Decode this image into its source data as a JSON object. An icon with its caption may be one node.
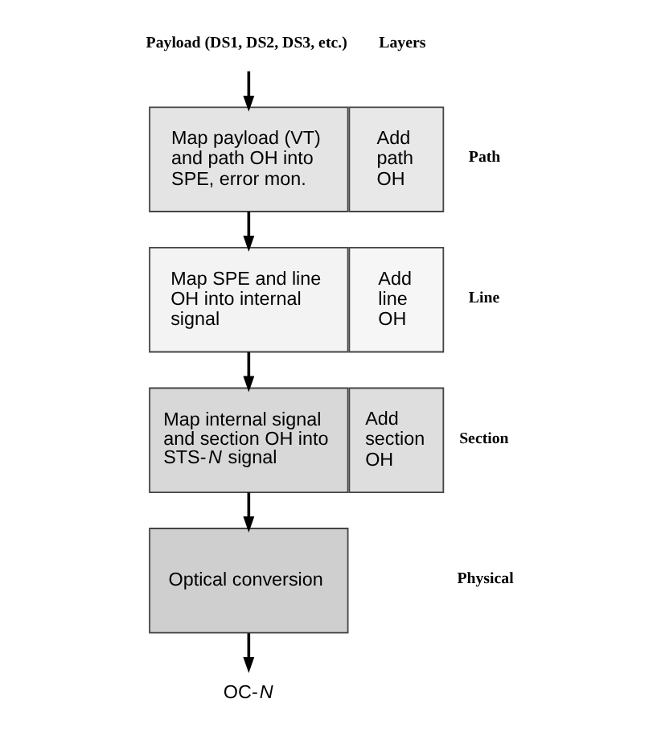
{
  "diagram": {
    "nodes": [
      {
        "text": [
          "Payload (DS1, DS2, DS3, etc.)"
        ]
      },
      {
        "text": [
          "Map payload (VT) and path OH into SPE, error mon."
        ]
      },
      {
        "text": [
          "Add path OH"
        ]
      },
      {
        "text": [
          "Map SPE and line OH into internal signal"
        ]
      },
      {
        "text": [
          "Add line OH"
        ]
      },
      {
        "text": [
          "Map internal signal and section OH into STS-*N* signal"
        ]
      },
      {
        "text": [
          "Add section OH"
        ]
      },
      {
        "text": [
          "Optical conversion"
        ]
      },
      {
        "text": [
          "OC-*N*"
        ]
      }
    ],
    "edges": [
      {
        "from": 0,
        "to": 1,
        "arrow": "to"
      },
      {
        "from": 1,
        "to": 3,
        "arrow": "to"
      },
      {
        "from": 3,
        "to": 5,
        "arrow": "to"
      },
      {
        "from": 5,
        "to": 7,
        "arrow": "to"
      },
      {
        "from": 7,
        "to": 8,
        "arrow": "to"
      }
    ],
    "labels": [
      "Layers",
      "Path",
      "Line",
      "Section",
      "Physical"
    ]
  }
}
